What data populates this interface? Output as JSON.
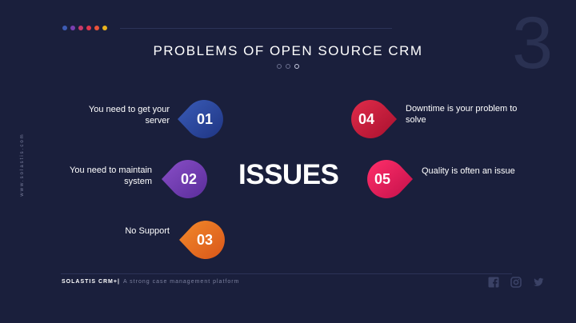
{
  "colors": {
    "background": "#1a1f3c",
    "header_dots": [
      "#3d5bb3",
      "#7a3fb0",
      "#c83a6a",
      "#e0364e",
      "#e8533a",
      "#e9b31e"
    ],
    "badge_01": [
      "#3a5cb8",
      "#1f3583"
    ],
    "badge_02": [
      "#8a4fc8",
      "#5a2d9a"
    ],
    "badge_03": [
      "#f28a2a",
      "#d9561a"
    ],
    "badge_04": [
      "#e02c4a",
      "#a8102e"
    ],
    "badge_05": [
      "#ff2f6a",
      "#c3104a"
    ]
  },
  "slide_number": "3",
  "title": "PROBLEMS OF OPEN SOURCE CRM",
  "vertical_text": "www.solastis.com",
  "center_label": "ISSUES",
  "issues": {
    "i01": {
      "number": "01",
      "text": "You need to get your server"
    },
    "i02": {
      "number": "02",
      "text": "You need to maintain system"
    },
    "i03": {
      "number": "03",
      "text": "No Support"
    },
    "i04": {
      "number": "04",
      "text": "Downtime is your problem to solve"
    },
    "i05": {
      "number": "05",
      "text": "Quality is often an issue"
    }
  },
  "footer": {
    "brand": "SOLASTIS CRM+|",
    "tagline": "A strong case management platform"
  },
  "social_icons": [
    "facebook-icon",
    "instagram-icon",
    "twitter-icon"
  ]
}
